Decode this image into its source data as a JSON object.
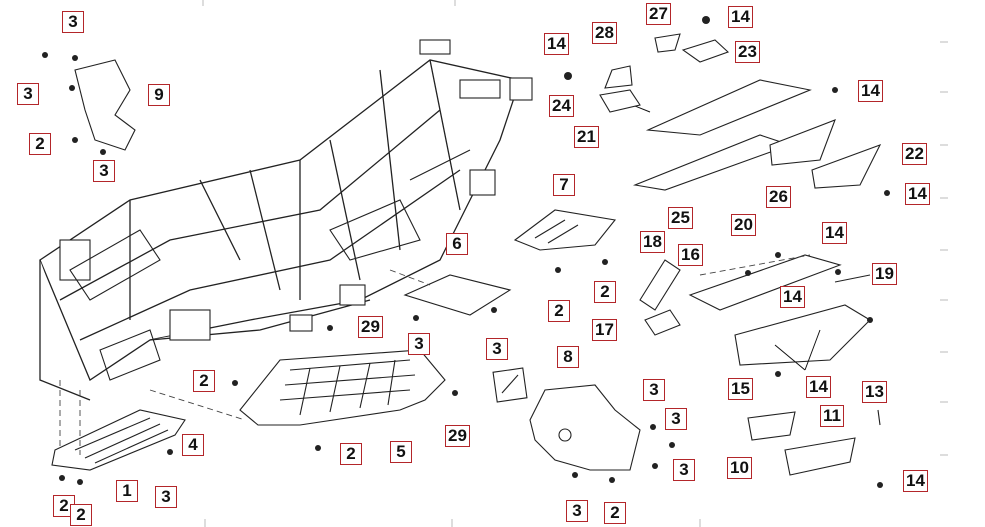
{
  "diagram": {
    "callouts": [
      {
        "id": "c-3a",
        "text": "3"
      },
      {
        "id": "c-3b",
        "text": "3"
      },
      {
        "id": "c-9",
        "text": "9"
      },
      {
        "id": "c-2a",
        "text": "2"
      },
      {
        "id": "c-3c",
        "text": "3"
      },
      {
        "id": "c-6",
        "text": "6"
      },
      {
        "id": "c-3d",
        "text": "3"
      },
      {
        "id": "c-3e",
        "text": "3"
      },
      {
        "id": "c-29a",
        "text": "29"
      },
      {
        "id": "c-2b",
        "text": "2"
      },
      {
        "id": "c-29b",
        "text": "29"
      },
      {
        "id": "c-5",
        "text": "5"
      },
      {
        "id": "c-2c",
        "text": "2"
      },
      {
        "id": "c-4",
        "text": "4"
      },
      {
        "id": "c-1",
        "text": "1"
      },
      {
        "id": "c-3f",
        "text": "3"
      },
      {
        "id": "c-2d",
        "text": "2"
      },
      {
        "id": "c-2e",
        "text": "2"
      },
      {
        "id": "c-14a",
        "text": "14"
      },
      {
        "id": "c-28",
        "text": "28"
      },
      {
        "id": "c-27",
        "text": "27"
      },
      {
        "id": "c-14b",
        "text": "14"
      },
      {
        "id": "c-23",
        "text": "23"
      },
      {
        "id": "c-24",
        "text": "24"
      },
      {
        "id": "c-21",
        "text": "21"
      },
      {
        "id": "c-14c",
        "text": "14"
      },
      {
        "id": "c-22",
        "text": "22"
      },
      {
        "id": "c-26",
        "text": "26"
      },
      {
        "id": "c-14d",
        "text": "14"
      },
      {
        "id": "c-25",
        "text": "25"
      },
      {
        "id": "c-7",
        "text": "7"
      },
      {
        "id": "c-2f",
        "text": "2"
      },
      {
        "id": "c-2g",
        "text": "2"
      },
      {
        "id": "c-20",
        "text": "20"
      },
      {
        "id": "c-14e",
        "text": "14"
      },
      {
        "id": "c-18",
        "text": "18"
      },
      {
        "id": "c-16",
        "text": "16"
      },
      {
        "id": "c-19",
        "text": "19"
      },
      {
        "id": "c-14f",
        "text": "14"
      },
      {
        "id": "c-17",
        "text": "17"
      },
      {
        "id": "c-15",
        "text": "15"
      },
      {
        "id": "c-14g",
        "text": "14"
      },
      {
        "id": "c-8",
        "text": "8"
      },
      {
        "id": "c-3g",
        "text": "3"
      },
      {
        "id": "c-3h",
        "text": "3"
      },
      {
        "id": "c-3i",
        "text": "3"
      },
      {
        "id": "c-3j",
        "text": "3"
      },
      {
        "id": "c-2h",
        "text": "2"
      },
      {
        "id": "c-13",
        "text": "13"
      },
      {
        "id": "c-11",
        "text": "11"
      },
      {
        "id": "c-10",
        "text": "10"
      },
      {
        "id": "c-14h",
        "text": "14"
      }
    ],
    "colors": {
      "callout_border": "#b3262a",
      "line": "#222222",
      "background": "#ffffff"
    }
  }
}
